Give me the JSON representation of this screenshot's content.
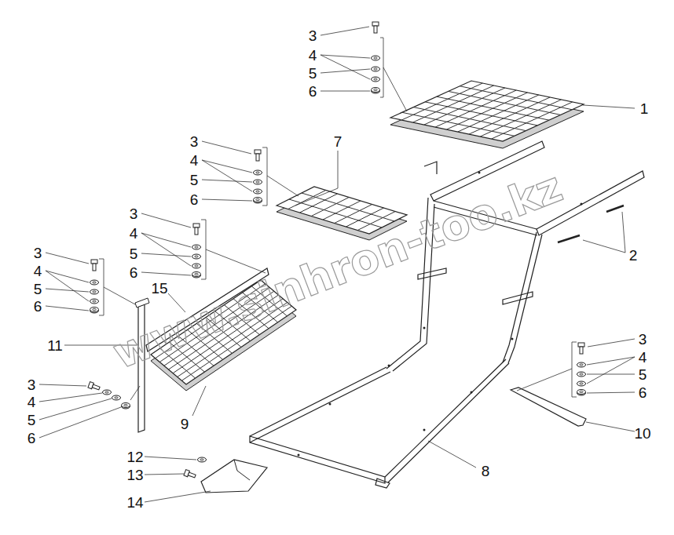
{
  "diagram": {
    "labels": [
      "3",
      "4",
      "5",
      "6",
      "1",
      "3",
      "4",
      "5",
      "6",
      "7",
      "3",
      "4",
      "5",
      "6",
      "2",
      "3",
      "4",
      "5",
      "6",
      "15",
      "11",
      "3",
      "4",
      "5",
      "6",
      "3",
      "4",
      "5",
      "6",
      "9",
      "10",
      "12",
      "13",
      "8",
      "14",
      "www.sinhron-too.kz"
    ]
  }
}
